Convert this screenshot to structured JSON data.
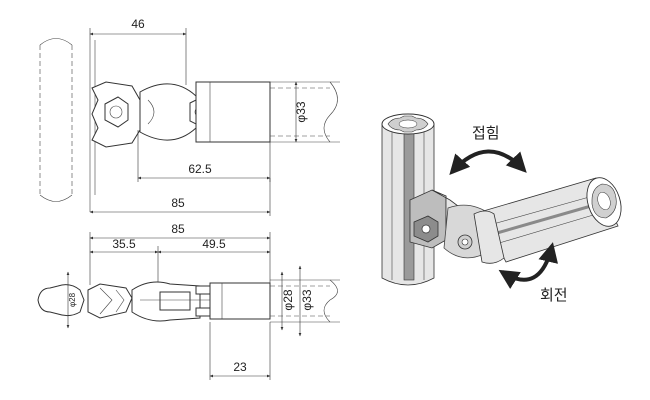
{
  "top_view": {
    "dim_top": "46",
    "dim_mid": "62.5",
    "dim_bottom": "85",
    "dim_diameter": "φ33"
  },
  "front_view": {
    "dim_total": "85",
    "dim_left": "35.5",
    "dim_right": "49.5",
    "dim_small_diameter": "φ28",
    "dim_inner_diameter": "φ28",
    "dim_outer_diameter": "φ33",
    "dim_bottom": "23"
  },
  "perspective": {
    "label_fold": "접힘",
    "label_rotate": "회전"
  },
  "colors": {
    "line": "#333333",
    "arrow": "#222222",
    "shade_dark": "#8c8c8c",
    "shade_light": "#e6e6e6"
  }
}
